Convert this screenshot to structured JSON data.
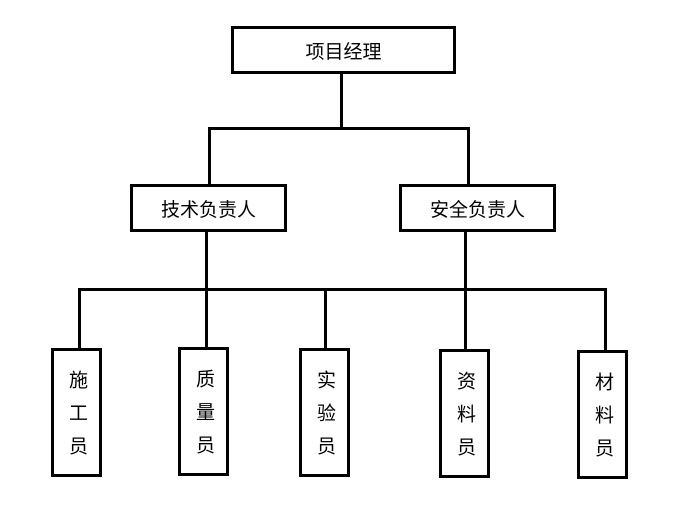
{
  "org_chart": {
    "root": {
      "label": "项目经理"
    },
    "managers": [
      {
        "label": "技术负责人"
      },
      {
        "label": "安全负责人"
      }
    ],
    "staff": [
      {
        "label": "施工员"
      },
      {
        "label": "质量员"
      },
      {
        "label": "实验员"
      },
      {
        "label": "资料员"
      },
      {
        "label": "材料员"
      }
    ]
  }
}
